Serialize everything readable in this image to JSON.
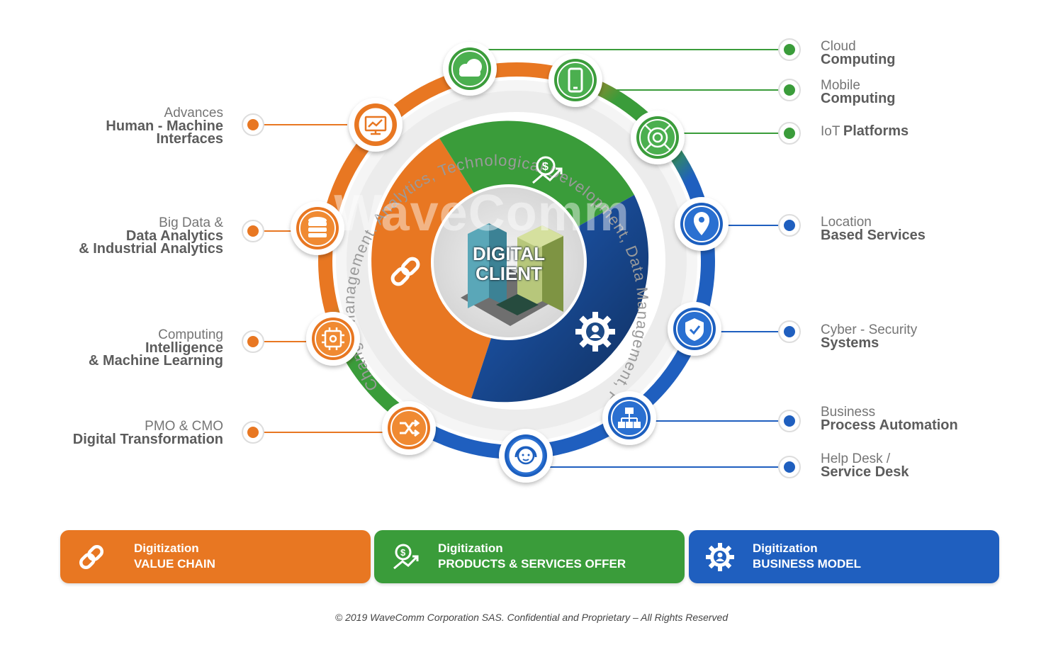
{
  "colors": {
    "orange": "#e87722",
    "green": "#3a9c3a",
    "blue": "#1f5fbf",
    "dark_blue": "#174a8f"
  },
  "center": {
    "title_line1": "DIGITAL",
    "title_line2": "CLIENT",
    "watermark": "WaveComm"
  },
  "ring_text": "Change Management.  Analytics, Technological Development, Data Management, Project Management,",
  "left_labels": [
    {
      "line1": "Advances",
      "line2": "Human - Machine",
      "line3": "Interfaces",
      "icon": "monitor-chart-icon"
    },
    {
      "line1": "Big Data &",
      "line2": "Data Analytics",
      "line3": "& Industrial Analytics",
      "icon": "database-icon"
    },
    {
      "line1": "Computing",
      "line2": "Intelligence",
      "line3": "& Machine Learning",
      "icon": "chip-brain-icon"
    },
    {
      "line1": "PMO & CMO",
      "line2": "Digital Transformation",
      "line3": "",
      "icon": "shuffle-icon"
    }
  ],
  "right_labels": [
    {
      "line1": "Cloud",
      "line2": "Computing",
      "icon": "cloud-icon"
    },
    {
      "line1": "Mobile",
      "line2": "Computing",
      "icon": "smartphone-icon"
    },
    {
      "line1": "IoT",
      "line2": "Platforms",
      "icon": "iot-satellite-icon"
    },
    {
      "line1": "Location",
      "line2": "Based Services",
      "icon": "map-pin-icon"
    },
    {
      "line1": "Cyber - Security",
      "line2": "Systems",
      "icon": "shield-check-icon"
    },
    {
      "line1": "Business",
      "line2": "Process Automation",
      "icon": "org-chart-icon"
    },
    {
      "line1": "Help Desk /",
      "line2": "Service Desk",
      "icon": "headset-agent-icon"
    }
  ],
  "banners": [
    {
      "line1": "Digitization",
      "line2": "VALUE CHAIN",
      "icon": "link-icon"
    },
    {
      "line1": "Digitization",
      "line2": "PRODUCTS & SERVICES OFFER",
      "icon": "money-growth-icon"
    },
    {
      "line1": "Digitization",
      "line2": "BUSINESS MODEL",
      "icon": "gear-user-icon"
    }
  ],
  "footer": "© 2019 WaveComm Corporation SAS. Confidential and Proprietary – All Rights Reserved"
}
